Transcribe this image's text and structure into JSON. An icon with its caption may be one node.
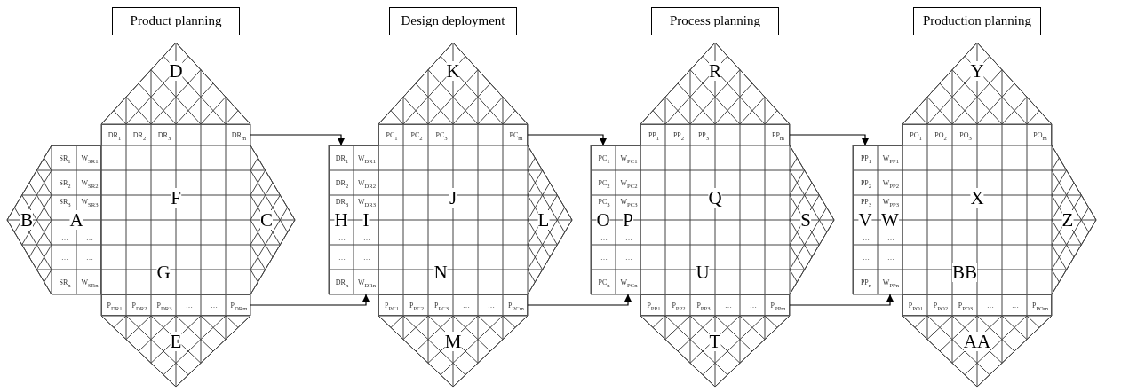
{
  "diagram": {
    "nodes": [
      {
        "text": [
          "Product planning"
        ]
      },
      {
        "text": [
          "Design deployment"
        ]
      },
      {
        "text": [
          "Process planning"
        ]
      },
      {
        "text": [
          "Production planning"
        ]
      },
      {
        "text": [
          "SR$_{1}$",
          "W$_{SR1}$",
          "SR$_{2}$",
          "W$_{SR2}$",
          "SR$_{3}$",
          "W$_{SR3}$",
          "…",
          "…",
          "…",
          "…",
          "SR$_{n}$",
          "W$_{SRn}$"
        ]
      },
      {
        "text": [
          "DR$_{1}$",
          "DR$_{2}$",
          "DR$_{3}$",
          "…",
          "…",
          "DR$_{m}$"
        ]
      },
      {
        "text": [
          "P$_{DR1}$",
          "P$_{DR2}$",
          "P$_{DR3}$",
          "…",
          "…",
          "P$_{DRm}$"
        ]
      },
      {
        "text": [
          "DR$_{1}$",
          "W$_{DR1}$",
          "DR$_{2}$",
          "W$_{DR2}$",
          "DR$_{3}$",
          "W$_{DR3}$",
          "…",
          "…",
          "…",
          "…",
          "DR$_{n}$",
          "W$_{DRn}$"
        ]
      },
      {
        "text": [
          "PC$_{1}$",
          "PC$_{2}$",
          "PC$_{3}$",
          "…",
          "…",
          "PC$_{m}$"
        ]
      },
      {
        "text": [
          "P$_{PC1}$",
          "P$_{PC2}$",
          "P$_{PC3}$",
          "…",
          "…",
          "P$_{PCm}$"
        ]
      },
      {
        "text": [
          "PC$_{1}$",
          "W$_{PC1}$",
          "PC$_{2}$",
          "W$_{PC2}$",
          "PC$_{3}$",
          "W$_{PC3}$",
          "…",
          "…",
          "…",
          "…",
          "PC$_{n}$",
          "W$_{PCn}$"
        ]
      },
      {
        "text": [
          "PP$_{1}$",
          "PP$_{2}$",
          "PP$_{3}$",
          "…",
          "…",
          "PP$_{m}$"
        ]
      },
      {
        "text": [
          "P$_{PP1}$",
          "P$_{PP2}$",
          "P$_{PP3}$",
          "…",
          "…",
          "P$_{PPm}$"
        ]
      },
      {
        "text": [
          "PP$_{1}$",
          "W$_{PP1}$",
          "PP$_{2}$",
          "W$_{PP2}$",
          "PP$_{3}$",
          "W$_{PP3}$",
          "…",
          "…",
          "…",
          "…",
          "PP$_{n}$",
          "W$_{PPn}$"
        ]
      },
      {
        "text": [
          "PO$_{1}$",
          "PO$_{2}$",
          "PO$_{3}$",
          "…",
          "…",
          "PO$_{m}$"
        ]
      },
      {
        "text": [
          "P$_{PO1}$",
          "P$_{PO2}$",
          "P$_{PO3}$",
          "…",
          "…",
          "P$_{POm}$"
        ]
      }
    ],
    "edges": [
      {
        "from": 5,
        "to": 7,
        "arrow": "to"
      },
      {
        "from": 6,
        "to": 7,
        "arrow": "to"
      },
      {
        "from": 8,
        "to": 10,
        "arrow": "to"
      },
      {
        "from": 9,
        "to": 10,
        "arrow": "to"
      },
      {
        "from": 11,
        "to": 13,
        "arrow": "to"
      },
      {
        "from": 12,
        "to": 13,
        "arrow": "to"
      }
    ],
    "labels": [
      "D",
      "B",
      "A",
      "F",
      "C",
      "G",
      "E",
      "K",
      "H",
      "I",
      "J",
      "L",
      "N",
      "M",
      "R",
      "O",
      "P",
      "Q",
      "S",
      "U",
      "T",
      "Y",
      "V",
      "W",
      "X",
      "Z",
      "BB",
      "AA"
    ]
  }
}
